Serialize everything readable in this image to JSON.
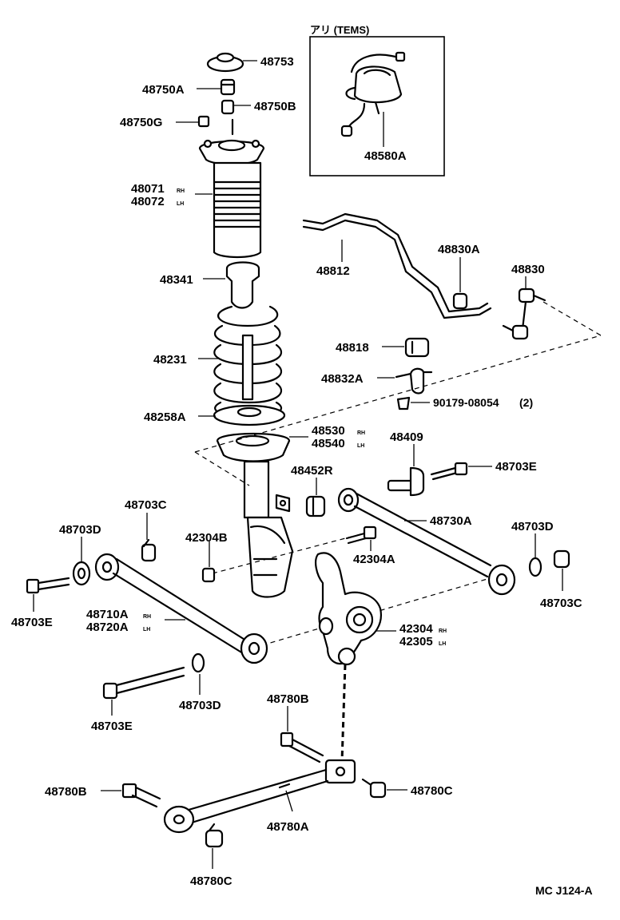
{
  "diagram_code": "MC J124-A",
  "option_box": {
    "title": "アリ (TEMS)",
    "part": "48580A"
  },
  "labels": {
    "p48753": "48753",
    "p48750A": "48750A",
    "p48750B": "48750B",
    "p48750G": "48750G",
    "p48071": "48071",
    "p48072": "48072",
    "p48341": "48341",
    "p48231": "48231",
    "p48258A": "48258A",
    "p48530": "48530",
    "p48540": "48540",
    "p48812": "48812",
    "p48830A": "48830A",
    "p48830": "48830",
    "p48818": "48818",
    "p48832A": "48832A",
    "p90179": "90179-08054",
    "p90179qty": "(2)",
    "p48409": "48409",
    "p48703E_r": "48703E",
    "p48452R": "48452R",
    "p48703C_l": "48703C",
    "p48703D_l": "48703D",
    "p42304B": "42304B",
    "p48730A": "48730A",
    "p48703D_r": "48703D",
    "p42304A": "42304A",
    "p48703C_r": "48703C",
    "p48703E_l": "48703E",
    "p48710A": "48710A",
    "p48720A": "48720A",
    "p42304": "42304",
    "p42305": "42305",
    "p48703D_b": "48703D",
    "p48703E_b": "48703E",
    "p48780B_t": "48780B",
    "p48780B_l": "48780B",
    "p48780C_r": "48780C",
    "p48780A": "48780A",
    "p48780C_b": "48780C"
  },
  "side_marks": {
    "rh": "RH",
    "lh": "LH"
  }
}
